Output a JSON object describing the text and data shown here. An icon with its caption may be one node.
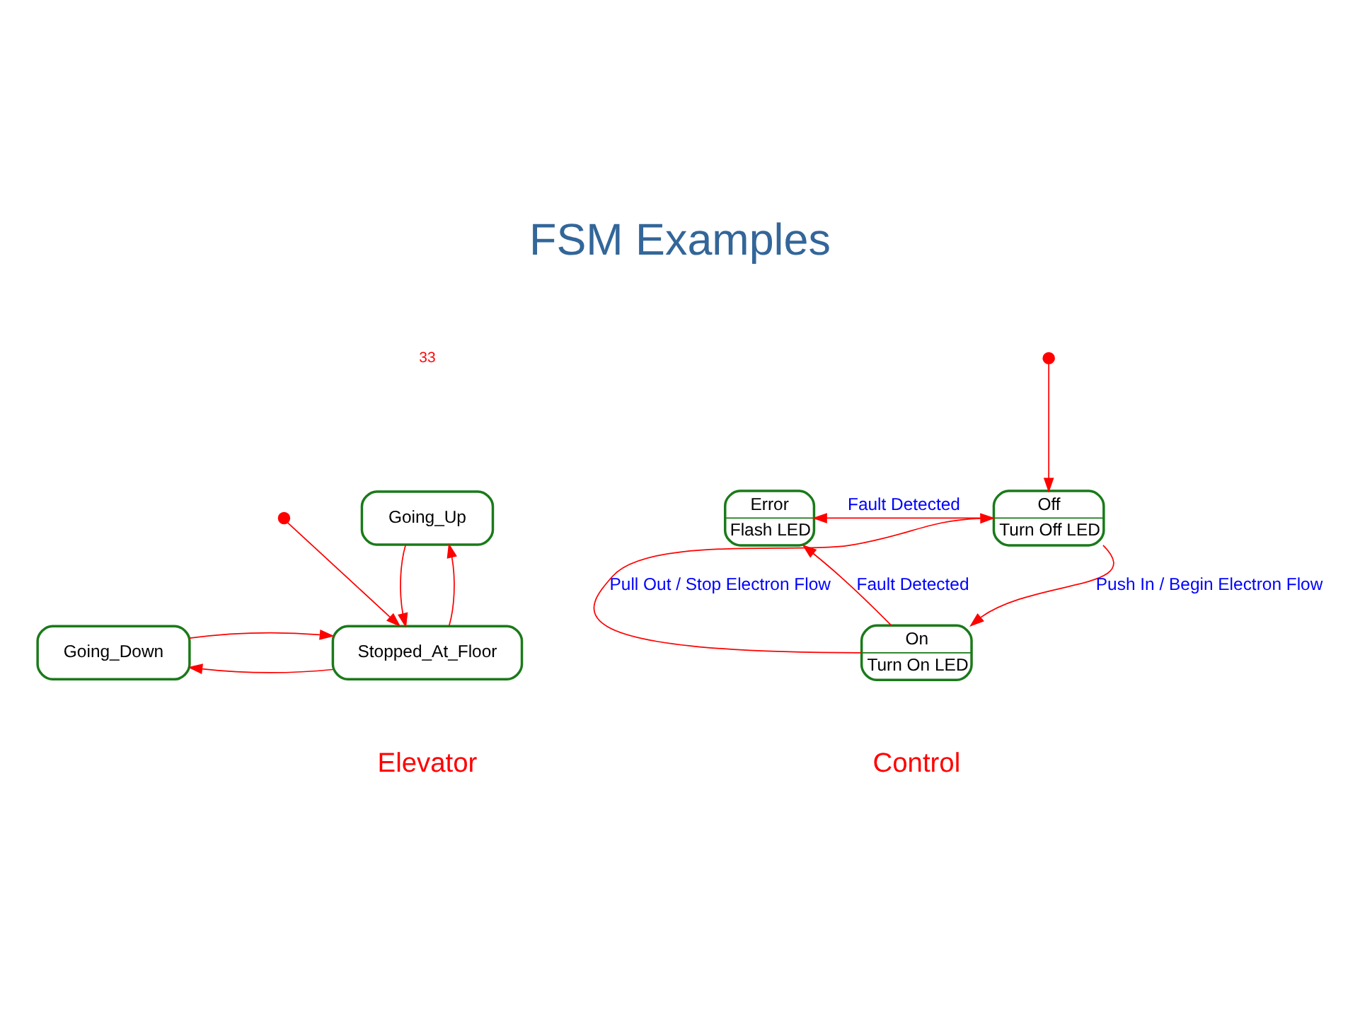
{
  "diagram": {
    "title": "FSM Examples",
    "nodes": [
      {
        "text": [
          "Going_Up"
        ]
      },
      {
        "text": [],
        "shape": "circle"
      },
      {
        "text": [
          "Stopped_At_Floor"
        ]
      },
      {
        "text": [
          "Going_Down"
        ]
      },
      {
        "text": [],
        "shape": "circle"
      },
      {
        "text": [
          "Off",
          "Turn Off LED"
        ]
      },
      {
        "text": [
          "Error",
          "Flash LED"
        ]
      },
      {
        "text": [
          "On",
          "Turn On LED"
        ]
      }
    ],
    "edges": [
      {
        "from": 1,
        "to": 2,
        "arrow": "to"
      },
      {
        "from": 2,
        "to": 0,
        "arrow": "to"
      },
      {
        "from": 0,
        "to": 2,
        "arrow": "to"
      },
      {
        "from": 2,
        "to": 3,
        "arrow": "to"
      },
      {
        "from": 3,
        "to": 2,
        "arrow": "to"
      },
      {
        "from": 4,
        "to": 5,
        "arrow": "to"
      },
      {
        "from": 5,
        "to": 6,
        "arrow": "to",
        "label": "Fault Detected"
      },
      {
        "from": 5,
        "to": 7,
        "arrow": "to",
        "label": "Push In / Begin Electron Flow"
      },
      {
        "from": 7,
        "to": 5,
        "arrow": "to",
        "label": "Pull Out / Stop Electron Flow"
      },
      {
        "from": 7,
        "to": 6,
        "arrow": "to",
        "label": "Fault Detected"
      }
    ],
    "labels": [
      "33",
      "Elevator",
      "Control"
    ]
  }
}
